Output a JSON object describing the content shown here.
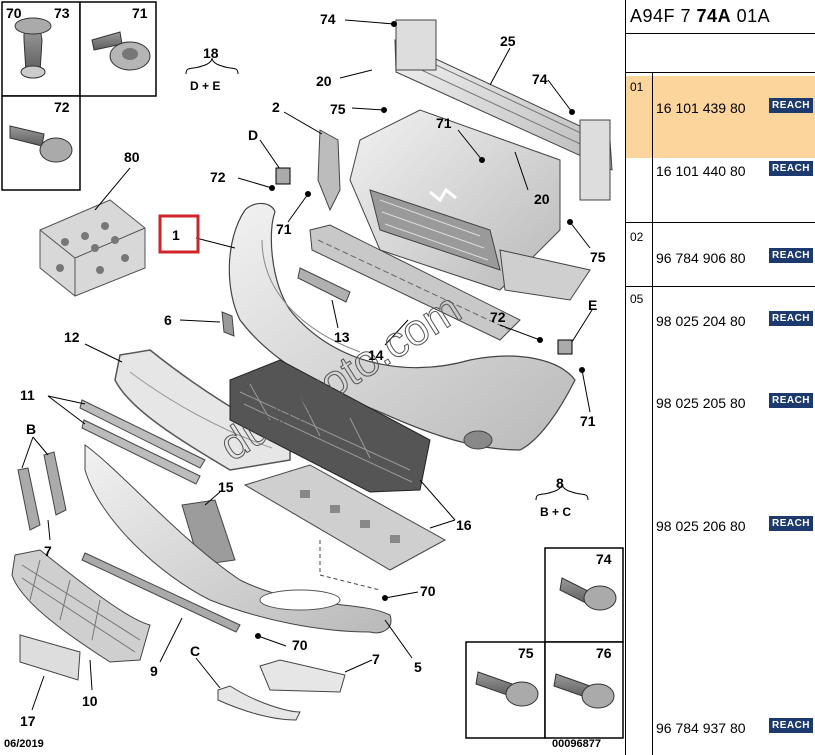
{
  "header": {
    "ref_prefix": "A94F 7 ",
    "ref_bold": "74A",
    "ref_suffix": " 01A"
  },
  "groups": [
    {
      "index": "01"
    },
    {
      "index": "02"
    },
    {
      "index": "05"
    }
  ],
  "parts": [
    {
      "number": "16 101 439 80",
      "badge": "REACH"
    },
    {
      "number": "16 101 440 80",
      "badge": "REACH"
    },
    {
      "number": "96 784 906 80",
      "badge": "REACH"
    },
    {
      "number": "98 025 204 80",
      "badge": "REACH"
    },
    {
      "number": "98 025 205 80",
      "badge": "REACH"
    },
    {
      "number": "98 025 206 80",
      "badge": "REACH"
    },
    {
      "number": "96 784 937 80",
      "badge": "REACH"
    }
  ],
  "callouts": {
    "c1": "1",
    "c5": "5",
    "c6": "6",
    "c7a": "7",
    "c7b": "7",
    "c8": "8",
    "c8sub": "B + C",
    "c9": "9",
    "c10": "10",
    "c11": "11",
    "c12": "12",
    "c13": "13",
    "c14": "14",
    "c15": "15",
    "c16": "16",
    "c17": "17",
    "c18": "18",
    "c18sub": "D + E",
    "c2": "2",
    "c20a": "20",
    "c20b": "20",
    "c25": "25",
    "c70a": "70",
    "c70b": "70",
    "c70box": "70",
    "c71a": "71",
    "c71b": "71",
    "c71c": "71",
    "c71box": "71",
    "c72a": "72",
    "c72b": "72",
    "c72box": "72",
    "c73box": "73",
    "c74a": "74",
    "c74b": "74",
    "c74box": "74",
    "c75a": "75",
    "c75b": "75",
    "c75box": "75",
    "c76box": "76",
    "c80": "80",
    "cB": "B",
    "cC": "C",
    "cD": "D",
    "cE": "E"
  },
  "watermark": "duyukoto.com",
  "footer": {
    "date": "06/2019",
    "doc": "00096877"
  },
  "colors": {
    "highlight": "#fbd59c",
    "badge": "#1d3a6e",
    "callout_box": "#d2232a"
  }
}
